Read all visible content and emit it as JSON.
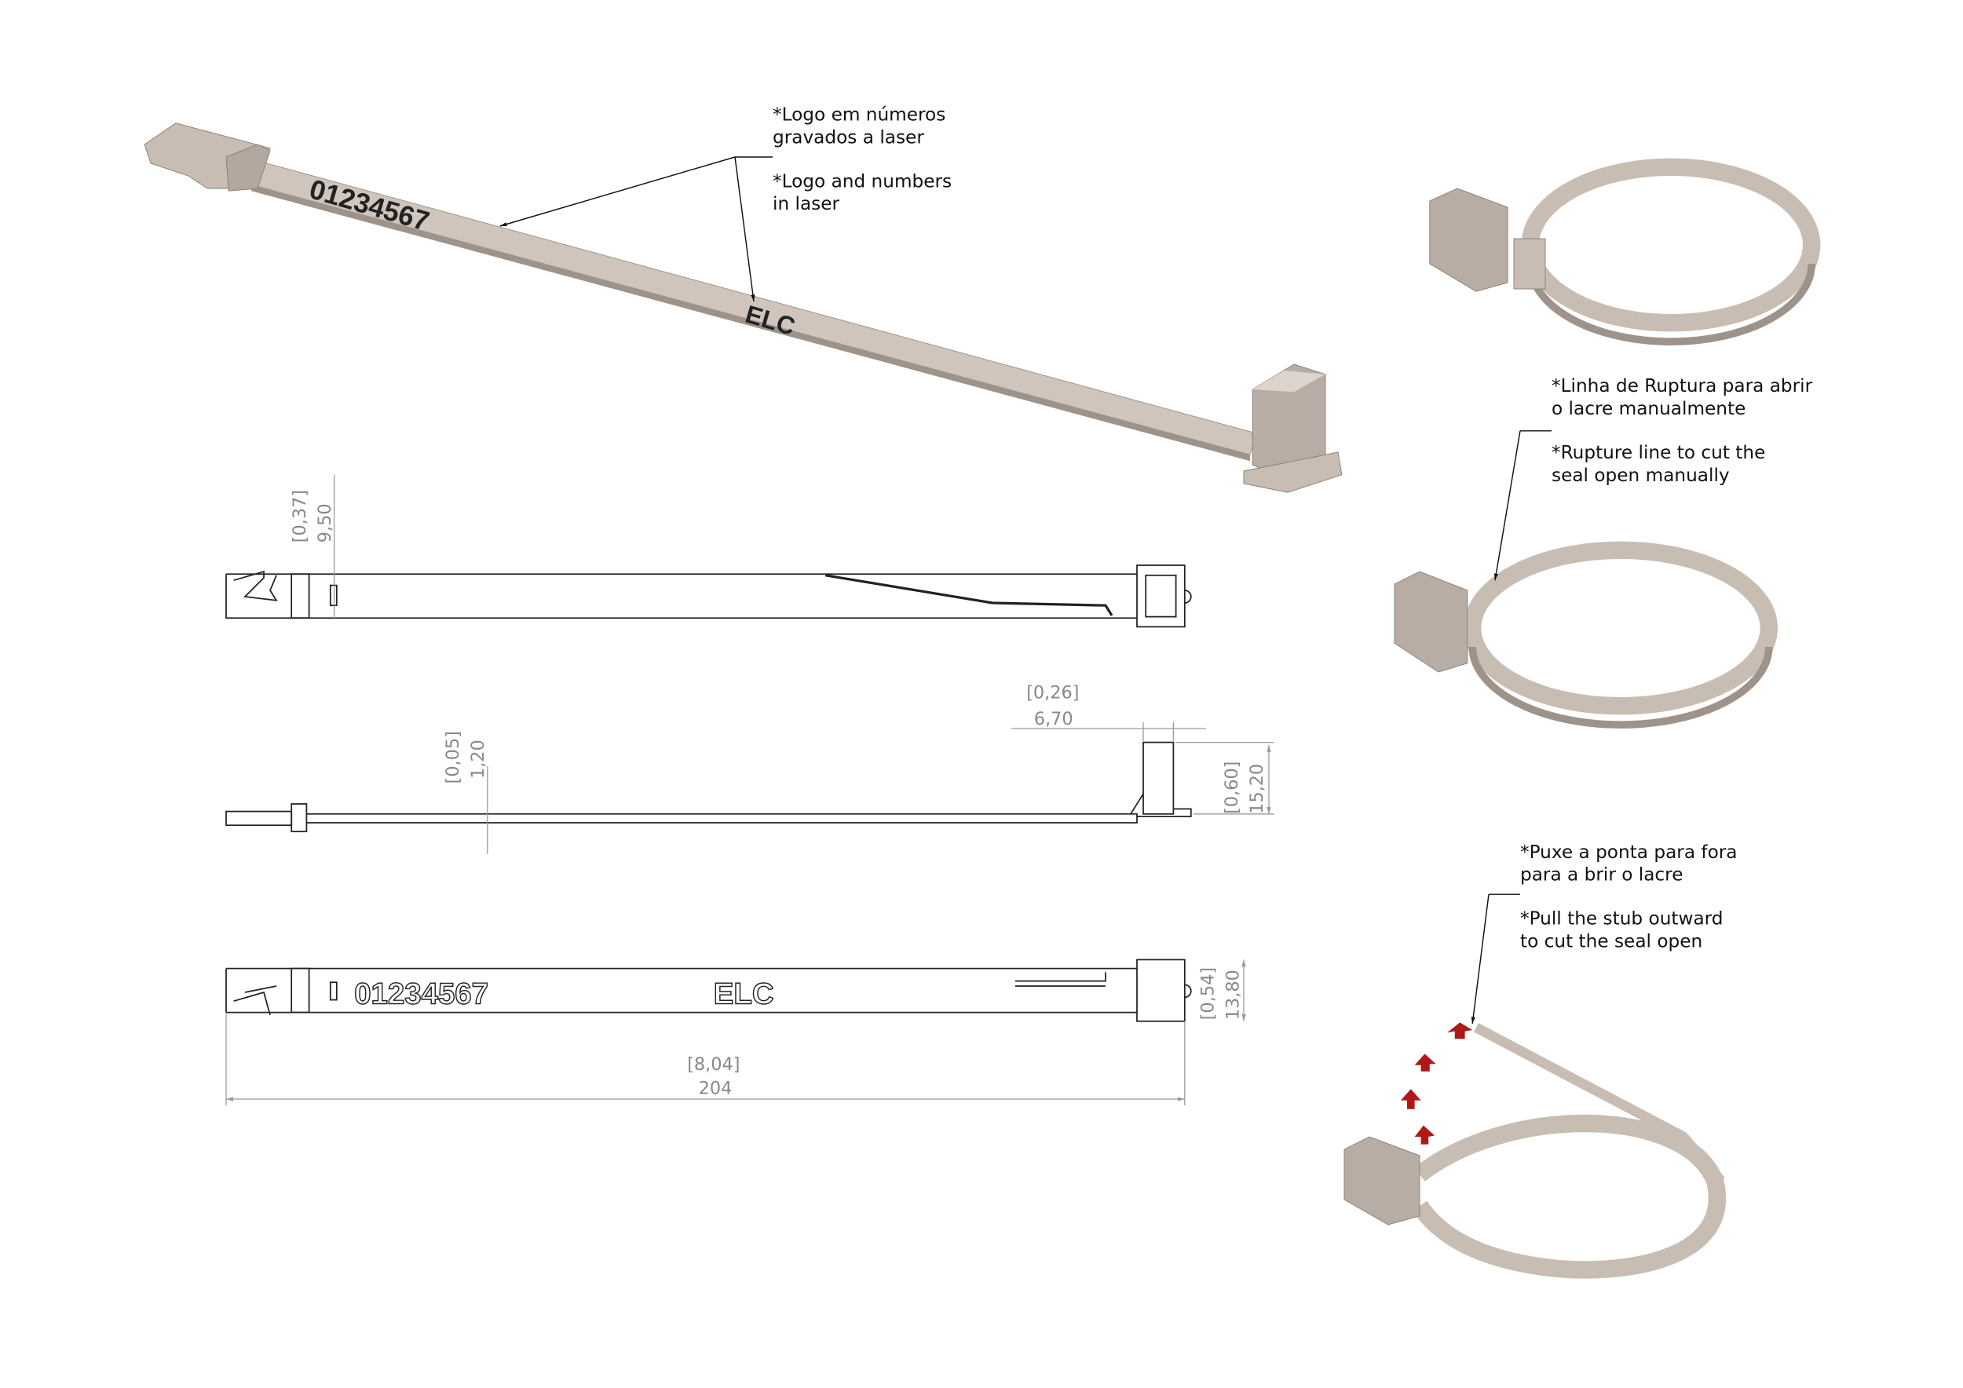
{
  "callouts": {
    "laser": {
      "pt1": "*Logo em números",
      "pt2": "gravados a laser",
      "en1": "*Logo and numbers",
      "en2": "in laser"
    },
    "rupture": {
      "pt1": "*Linha de Ruptura para abrir",
      "pt2": "o lacre manualmente",
      "en1": "*Rupture line to cut the",
      "en2": "seal open manually"
    },
    "pull": {
      "pt1": "*Puxe a ponta para fora",
      "pt2": "para a brir o lacre",
      "en1": "*Pull the stub outward",
      "en2": "to cut the seal open"
    }
  },
  "engraving": {
    "number": "01234567",
    "logo": "ELC"
  },
  "dimensions": {
    "width_mm": "9,50",
    "width_in": "[0,37]",
    "thickness_mm": "1,20",
    "thickness_in": "[0,05]",
    "head_depth_mm": "6,70",
    "head_depth_in": "[0,26]",
    "head_height_mm": "15,20",
    "head_height_in": "[0,60]",
    "head_width_mm": "13,80",
    "head_width_in": "[0,54]",
    "length_mm": "204",
    "length_in": "[8,04]"
  },
  "colors": {
    "strap": "#c8bdb3",
    "strap_dark": "#9e938a",
    "arrow": "#b01818"
  }
}
